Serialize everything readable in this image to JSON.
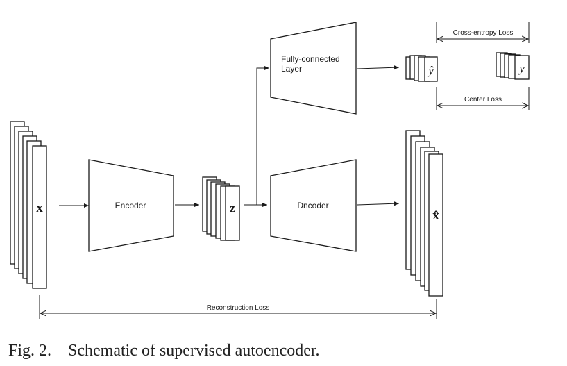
{
  "diagram": {
    "encoder_label": "Encoder",
    "decoder_label": "Dncoder",
    "fc_label_line1": "Fully-connected",
    "fc_label_line2": "Layer",
    "input_symbol": "x",
    "latent_symbol": "z",
    "output_symbol": "x̂",
    "prediction_symbol": "ŷ",
    "label_symbol": "y",
    "cross_entropy_loss": "Cross-entropy Loss",
    "center_loss": "Center Loss",
    "reconstruction_loss": "Reconstruction Loss"
  },
  "caption": {
    "figure_number": "Fig. 2.",
    "text": "Schematic of supervised autoencoder."
  },
  "colors": {
    "stroke": "#1a1a1a",
    "background": "#ffffff"
  }
}
